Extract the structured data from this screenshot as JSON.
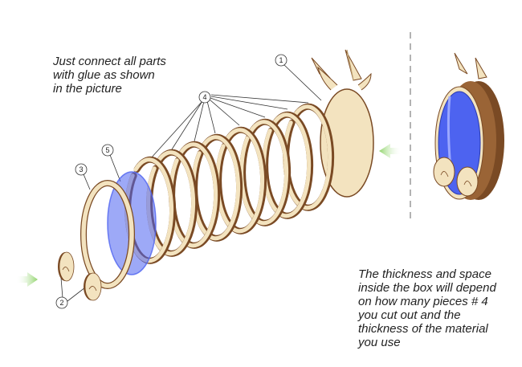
{
  "instructions": {
    "top_lines": [
      "Just connect all parts",
      "with glue as shown",
      "in the picture"
    ],
    "bottom_lines": [
      "The thickness and space",
      "inside the box will depend",
      "on how many pieces # 4",
      "you cut out and the",
      "thickness of the material",
      "you use"
    ]
  },
  "callouts": {
    "c1": "1",
    "c2": "2",
    "c3": "3",
    "c4": "4",
    "c5": "5"
  },
  "colors": {
    "wood_face": "#f3e3bf",
    "wood_edge": "#7a4a24",
    "acrylic": "#4d63f0",
    "arrow": "#8fd36a",
    "divider": "#9a9a9a"
  }
}
